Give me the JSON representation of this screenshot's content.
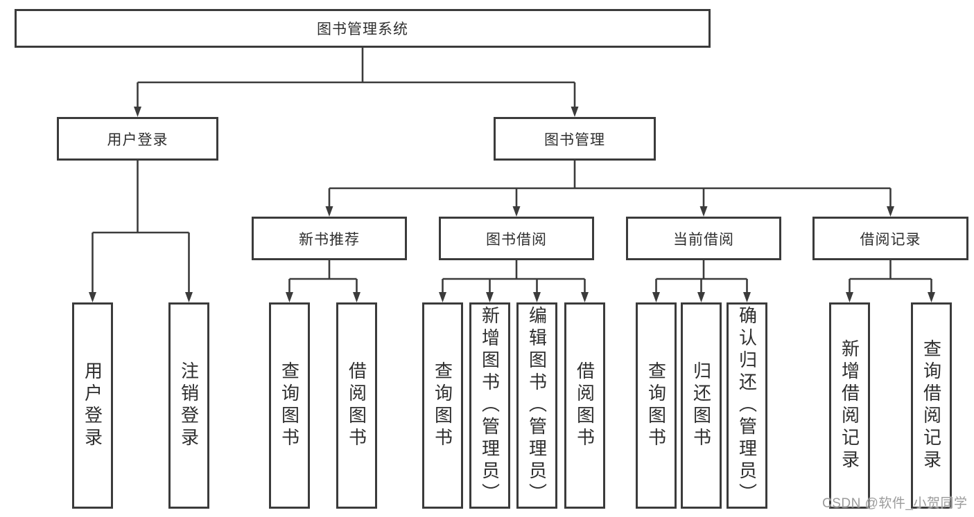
{
  "diagram": {
    "root": {
      "label": "图书管理系统"
    },
    "login": {
      "label": "用户登录",
      "children": [
        {
          "label": "用户登录"
        },
        {
          "label": "注销登录"
        }
      ]
    },
    "management": {
      "label": "图书管理",
      "sections": [
        {
          "label": "新书推荐",
          "children": [
            {
              "label": "查询图书"
            },
            {
              "label": "借阅图书"
            }
          ]
        },
        {
          "label": "图书借阅",
          "children": [
            {
              "label": "查询图书"
            },
            {
              "label": "新增图书（管理员）"
            },
            {
              "label": "编辑图书（管理员）"
            },
            {
              "label": "借阅图书"
            }
          ]
        },
        {
          "label": "当前借阅",
          "children": [
            {
              "label": "查询图书"
            },
            {
              "label": "归还图书"
            },
            {
              "label": "确认归还（管理员）"
            }
          ]
        },
        {
          "label": "借阅记录",
          "children": [
            {
              "label": "新增借阅记录"
            },
            {
              "label": "查询借阅记录"
            }
          ]
        }
      ]
    },
    "colors": {
      "line": "#3b3b3b",
      "box_border": "#3b3b3b",
      "box_fill": "#ffffff",
      "text": "#2e2e2e",
      "background": "#ffffff",
      "watermark": "#9b9b9b"
    }
  },
  "watermark": {
    "text": "CSDN @软件_小贺同学"
  }
}
